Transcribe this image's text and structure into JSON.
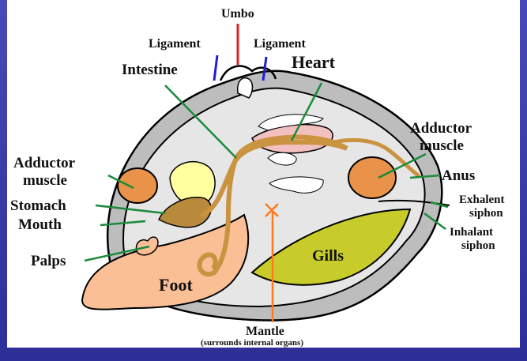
{
  "diagram": {
    "labels": {
      "umbo": "Umbo",
      "ligament_left": "Ligament",
      "ligament_right": "Ligament",
      "intestine": "Intestine",
      "heart": "Heart",
      "adductor_left_1": "Adductor",
      "adductor_left_2": "muscle",
      "adductor_right_1": "Adductor",
      "adductor_right_2": "muscle",
      "anus": "Anus",
      "exhalent_1": "Exhalent",
      "exhalent_2": "siphon",
      "inhalant_1": "Inhalant",
      "inhalant_2": "siphon",
      "stomach": "Stomach",
      "mouth": "Mouth",
      "palps": "Palps",
      "gills": "Gills",
      "foot": "Foot",
      "mantle": "Mantle",
      "mantle_note": "(surrounds internal organs)"
    },
    "colors": {
      "shell": "#bdbdbd",
      "interior": "#e6e6e6",
      "muscle": "#e8924a",
      "foot": "#fbbf96",
      "gills": "#c8cc2a",
      "stomach": "#b98a3c",
      "yellow_organ": "#ffffa0",
      "heart": "#f3c0c0",
      "intestine": "#c9933f",
      "green_lines": "#1a8a3a",
      "umbo_line": "#e02020",
      "ligament_line": "#2020d0",
      "mantle_line": "#ff7a1a",
      "frame": "#3a3aa0"
    }
  }
}
